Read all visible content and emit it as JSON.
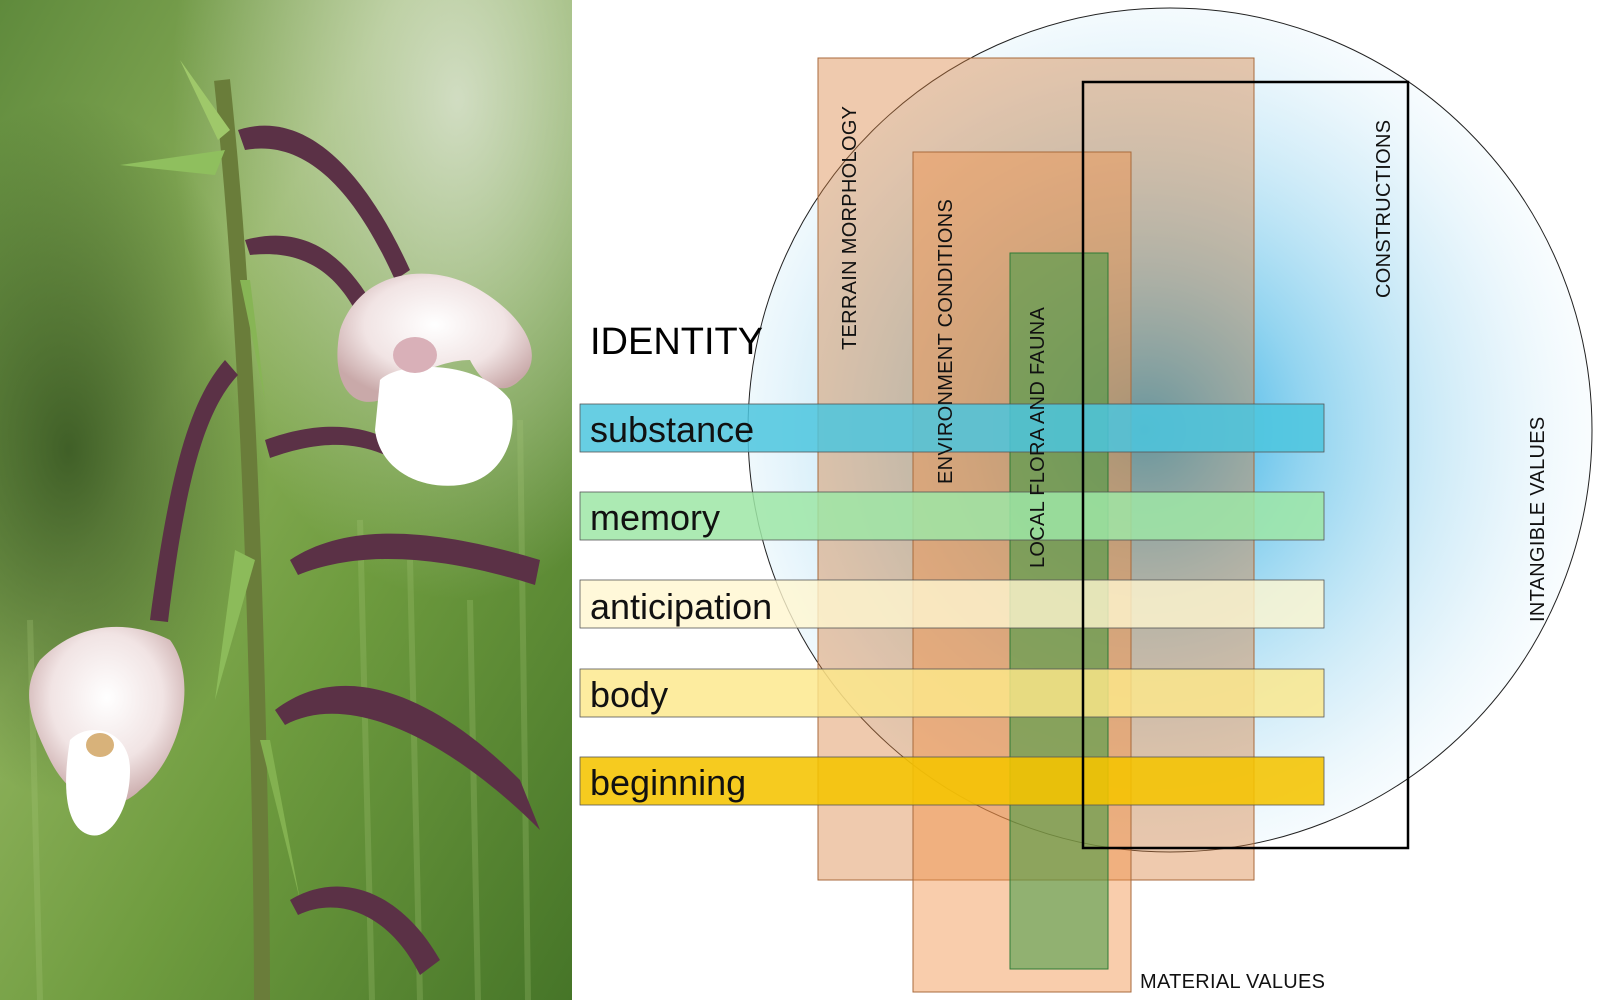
{
  "photo": {
    "subject": "marsh helleborine orchid stem with pale pink-white flowers on a blurred green background"
  },
  "diagram": {
    "title": "IDENTITY",
    "layers": [
      {
        "id": "terrain",
        "label": "TERRAIN MORPHOLOGY",
        "color": "#d8803e"
      },
      {
        "id": "environment",
        "label": "ENVIRONMENT CONDITIONS",
        "color": "#f29046"
      },
      {
        "id": "flora",
        "label": "LOCAL FLORA AND FAUNA",
        "color": "#3d9a42"
      },
      {
        "id": "constructions",
        "label": "CONSTRUCTIONS",
        "color": "#000000"
      }
    ],
    "bars": [
      {
        "id": "substance",
        "label": "substance",
        "color": "#4cc6de"
      },
      {
        "id": "memory",
        "label": "memory",
        "color": "#9ee6a6"
      },
      {
        "id": "anticipation",
        "label": "anticipation",
        "color": "#fff6cf"
      },
      {
        "id": "body",
        "label": "body",
        "color": "#fde88a"
      },
      {
        "id": "beginning",
        "label": "beginning",
        "color": "#f5c400"
      }
    ],
    "circle_label": "INTANGIBLE VALUES",
    "material_label": "MATERIAL VALUES",
    "circle_color": "#0aa0e0"
  }
}
